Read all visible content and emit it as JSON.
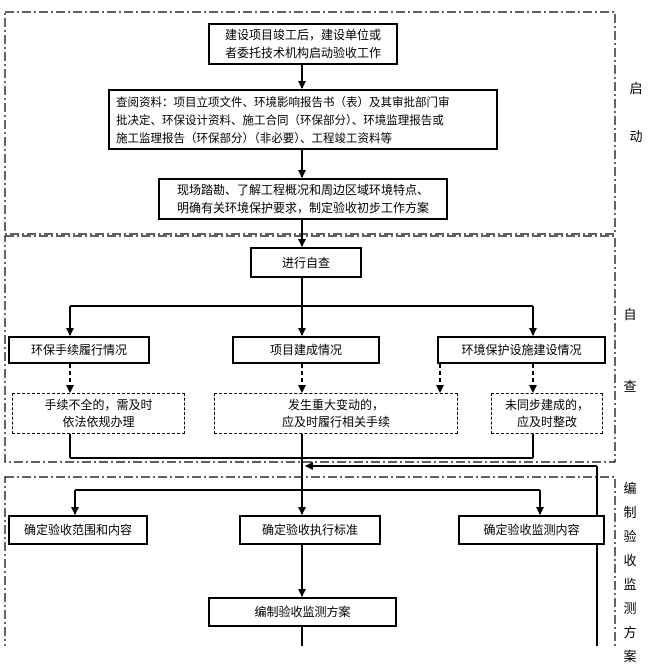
{
  "sections": {
    "start": {
      "label": "启\n\n动"
    },
    "self_check": {
      "label": "自\n\n\n查"
    },
    "plan": {
      "label": "编\n制\n验\n收\n监\n测\n方\n案"
    }
  },
  "boxes": {
    "start_work": "建设项目竣工后，建设单位或\n者委托技术机构启动验收工作",
    "review_docs": "查阅资料：项目立项文件、环境影响报告书（表）及其审批部门审\n批决定、环保设计资料、施工合同（环保部分）、环境监理报告或\n施工监理报告（环保部分）（非必要）、工程竣工资料等",
    "site_survey": "现场踏勘、了解工程概况和周边区域环境特点、\n明确有关环境保护要求，制定验收初步工作方案",
    "self_check": "进行自查",
    "env_procedures": "环保手续履行情况",
    "project_build": "项目建成情况",
    "env_facilities": "环境保护设施建设情况",
    "procedures_incomplete": "手续不全的，需及时\n依法依规办理",
    "major_change": "发生重大变动的，\n应及时履行相关手续",
    "not_synced": "未同步建成的，\n应及时整改",
    "scope_content": "确定验收范围和内容",
    "standards": "确定验收执行标准",
    "monitoring_content": "确定验收监测内容",
    "monitoring_plan": "编制验收监测方案"
  }
}
